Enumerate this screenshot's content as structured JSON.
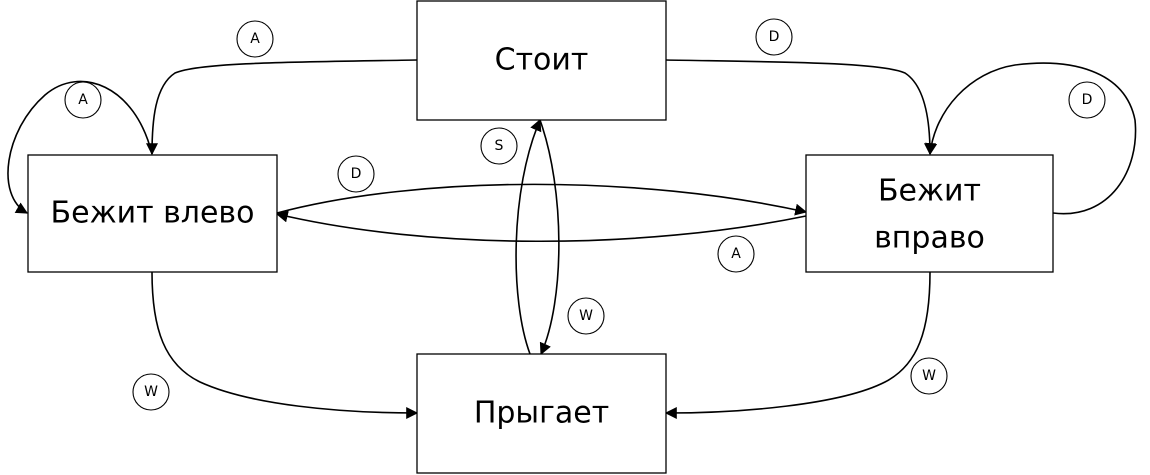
{
  "states": {
    "stands": "Стоит",
    "runs_left": "Бежит влево",
    "runs_right_line1": "Бежит",
    "runs_right_line2": "вправо",
    "jumps": "Прыгает"
  },
  "transitions": [
    {
      "from": "stands",
      "to": "runs_left",
      "key": "A"
    },
    {
      "from": "runs_left",
      "to": "runs_left",
      "key": "A"
    },
    {
      "from": "stands",
      "to": "runs_right",
      "key": "D"
    },
    {
      "from": "runs_right",
      "to": "runs_right",
      "key": "D"
    },
    {
      "from": "runs_left",
      "to": "runs_right",
      "key": "D"
    },
    {
      "from": "runs_right",
      "to": "runs_left",
      "key": "A"
    },
    {
      "from": "jumps",
      "to": "stands",
      "key": "S"
    },
    {
      "from": "stands",
      "to": "jumps",
      "key": "W"
    },
    {
      "from": "runs_left",
      "to": "jumps",
      "key": "W"
    },
    {
      "from": "runs_right",
      "to": "jumps",
      "key": "W"
    }
  ]
}
